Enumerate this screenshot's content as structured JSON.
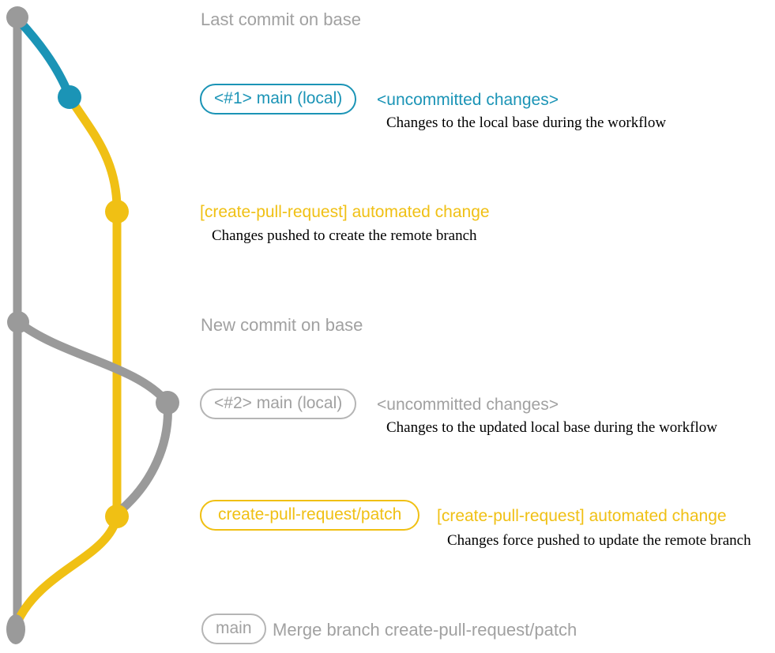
{
  "colors": {
    "teal": "#1b94b6",
    "yellow": "#f0c014",
    "gray_line": "#9a9a9a",
    "gray_text": "#a1a1a1",
    "gray_border": "#b5b5b5",
    "desc_text": "#000000",
    "background": "#ffffff"
  },
  "graph": {
    "description": "git commit graph for create-pull-request workflow",
    "branches": [
      {
        "name": "base-branch",
        "color": "#9a9a9a"
      },
      {
        "name": "local-working-branch",
        "color": "#1b94b6"
      },
      {
        "name": "create-pull-request-patch-branch",
        "color": "#f0c014"
      }
    ],
    "commits": [
      {
        "id": "last-commit-on-base",
        "color": "#9a9a9a"
      },
      {
        "id": "uncommitted-changes-1",
        "color": "#1b94b6"
      },
      {
        "id": "automated-change-1",
        "color": "#f0c014"
      },
      {
        "id": "new-commit-on-base",
        "color": "#9a9a9a"
      },
      {
        "id": "uncommitted-changes-2",
        "color": "#9a9a9a"
      },
      {
        "id": "automated-change-2",
        "color": "#f0c014"
      },
      {
        "id": "merge-commit",
        "color": "#9a9a9a"
      }
    ]
  },
  "annotations": {
    "last_commit": {
      "label": "Last commit on base"
    },
    "row1": {
      "badge": "<#1> main (local)",
      "title": "<uncommitted changes>",
      "desc": "Changes to the local base during the workflow"
    },
    "row2": {
      "title": "[create-pull-request] automated change",
      "desc": "Changes pushed to create the remote branch"
    },
    "new_commit": {
      "label": "New commit on base"
    },
    "row3": {
      "badge": "<#2> main (local)",
      "title": "<uncommitted changes>",
      "desc": "Changes to the updated local base during the workflow"
    },
    "row4": {
      "badge": "create-pull-request/patch",
      "title": "[create-pull-request] automated change",
      "desc": "Changes force pushed to update the remote branch"
    },
    "row5": {
      "badge": "main",
      "title": "Merge branch create-pull-request/patch"
    }
  }
}
